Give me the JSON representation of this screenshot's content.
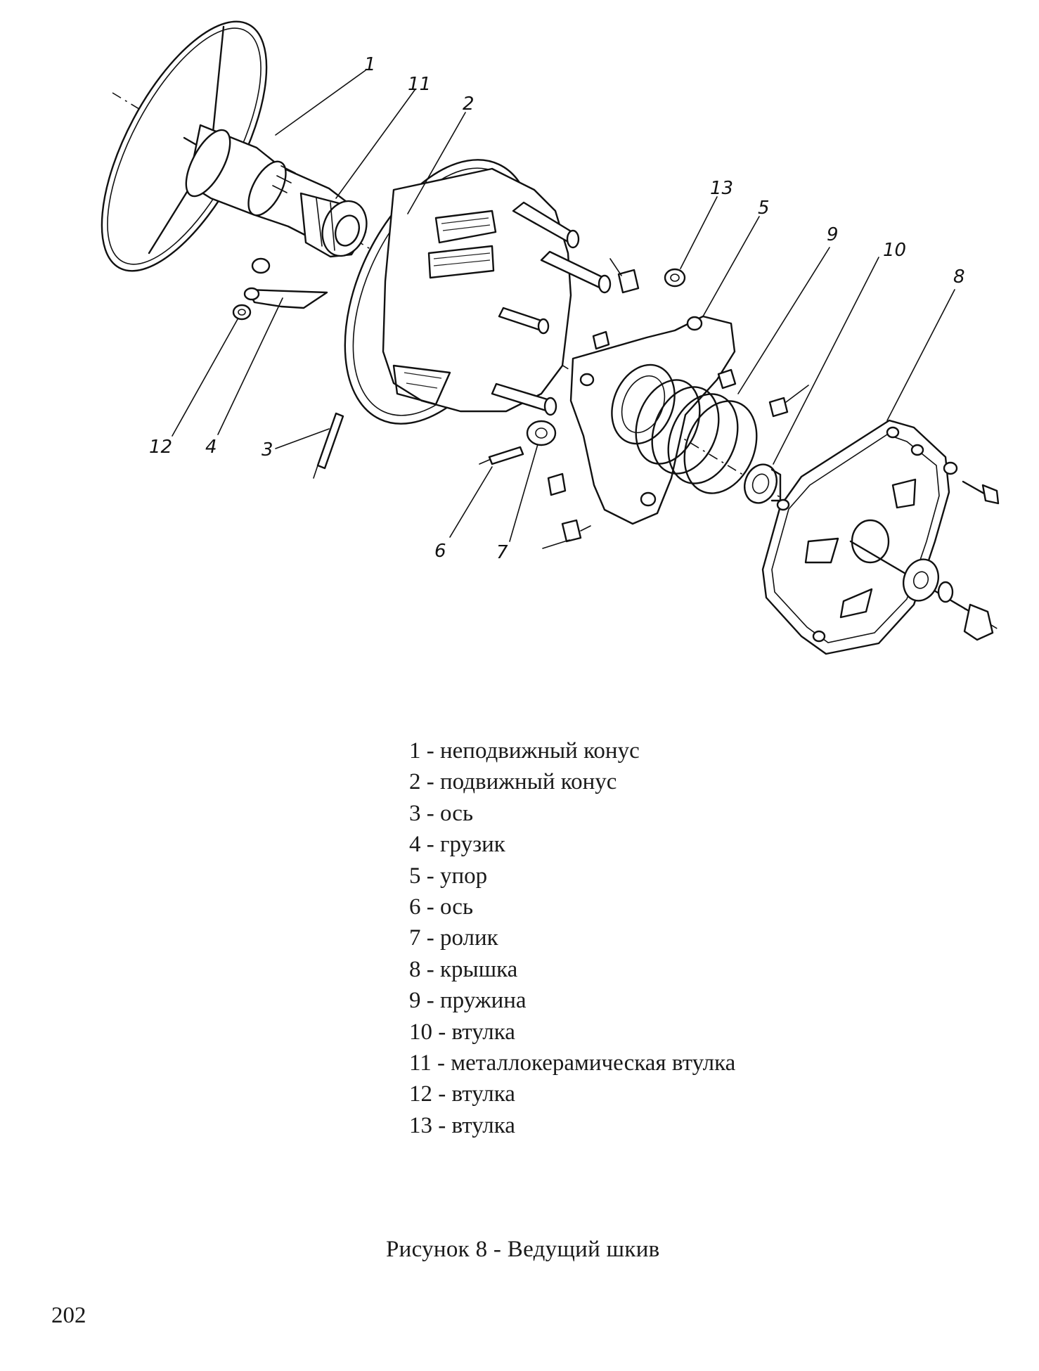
{
  "callouts": [
    {
      "id": "1",
      "label": "1"
    },
    {
      "id": "11",
      "label": "11"
    },
    {
      "id": "2",
      "label": "2"
    },
    {
      "id": "13",
      "label": "13"
    },
    {
      "id": "5",
      "label": "5"
    },
    {
      "id": "9",
      "label": "9"
    },
    {
      "id": "10",
      "label": "10"
    },
    {
      "id": "8",
      "label": "8"
    },
    {
      "id": "12",
      "label": "12"
    },
    {
      "id": "4",
      "label": "4"
    },
    {
      "id": "3",
      "label": "3"
    },
    {
      "id": "6",
      "label": "6"
    },
    {
      "id": "7",
      "label": "7"
    }
  ],
  "legend": [
    "1 - неподвижный конус",
    "2 - подвижный конус",
    "3 - ось",
    "4 - грузик",
    "5 - упор",
    "6 - ось",
    "7 - ролик",
    "8 - крышка",
    "9 - пружина",
    "10 - втулка",
    "11 - металлокерамическая втулка",
    "12 - втулка",
    "13 - втулка"
  ],
  "caption": "Рисунок 8 - Ведущий шкив",
  "page_number": "202"
}
